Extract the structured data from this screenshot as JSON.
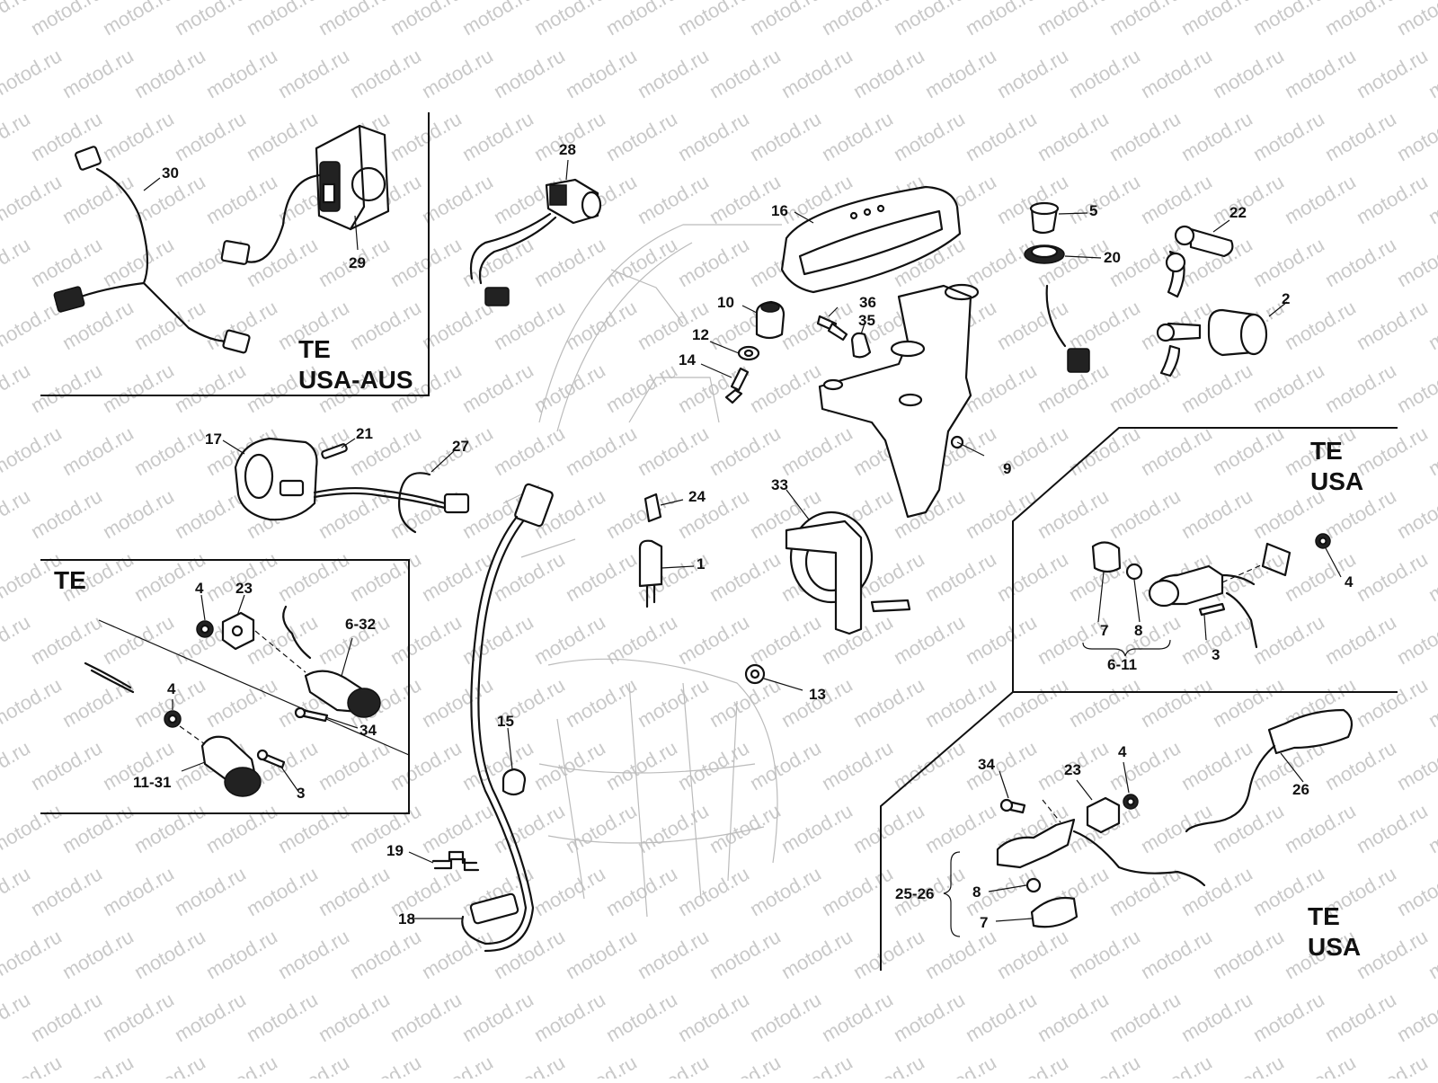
{
  "watermark": "motod.ru",
  "regions": [
    {
      "id": "te-usa-aus",
      "lines": [
        "TE",
        "USA-AUS"
      ]
    },
    {
      "id": "te-left",
      "lines": [
        "TE"
      ]
    },
    {
      "id": "te-usa-upper",
      "lines": [
        "TE",
        "USA"
      ]
    },
    {
      "id": "te-usa-lower",
      "lines": [
        "TE",
        "USA"
      ]
    }
  ],
  "callouts": [
    "30",
    "29",
    "28",
    "16",
    "5",
    "20",
    "22",
    "2",
    "10",
    "36",
    "35",
    "12",
    "14",
    "9",
    "17",
    "21",
    "27",
    "24",
    "1",
    "33",
    "13",
    "15",
    "19",
    "18",
    "23",
    "4",
    "6-32",
    "34",
    "11-31",
    "3",
    "7",
    "8",
    "6-11",
    "26",
    "25-26"
  ],
  "colors": {
    "ink": "#111111",
    "watermark": "#c9c9c9",
    "background": "#ffffff"
  }
}
